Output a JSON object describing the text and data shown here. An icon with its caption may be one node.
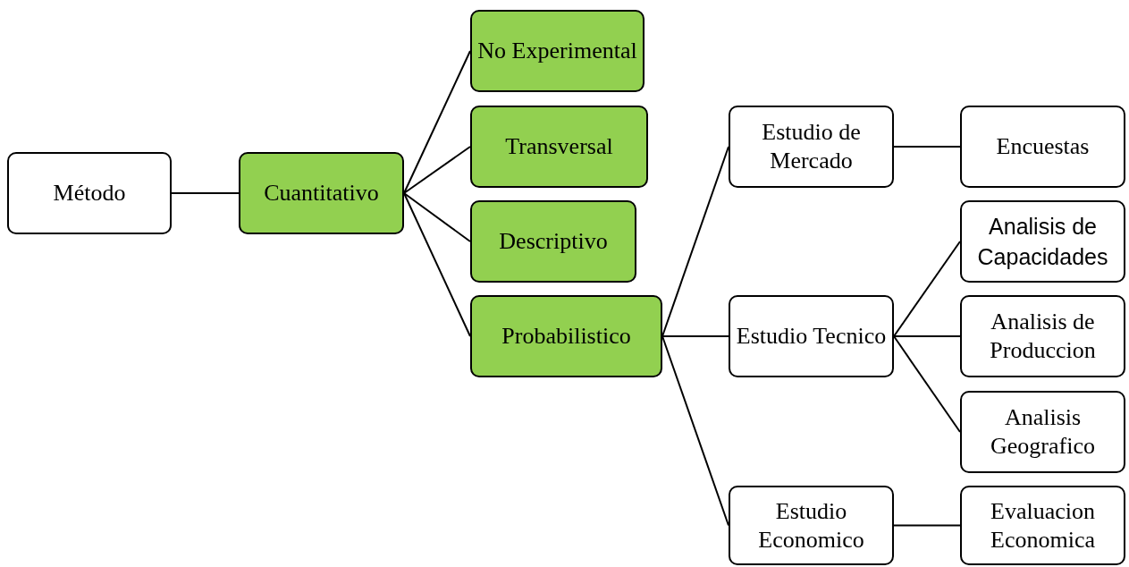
{
  "diagram": {
    "nodes": [
      {
        "text": [
          "Método"
        ]
      },
      {
        "text": [
          "Cuantitativo"
        ]
      },
      {
        "text": [
          "No Experimental"
        ]
      },
      {
        "text": [
          "Transversal"
        ]
      },
      {
        "text": [
          "Descriptivo"
        ]
      },
      {
        "text": [
          "Probabilistico"
        ]
      },
      {
        "text": [
          "Estudio de Mercado"
        ]
      },
      {
        "text": [
          "Encuestas"
        ]
      },
      {
        "text": [
          "Estudio Tecnico"
        ]
      },
      {
        "text": [
          "Analisis de Capacidades"
        ]
      },
      {
        "text": [
          "Analisis de Produccion"
        ]
      },
      {
        "text": [
          "Analisis Geografico"
        ]
      },
      {
        "text": [
          "Estudio Economico"
        ]
      },
      {
        "text": [
          "Evaluacion Economica"
        ]
      }
    ],
    "edges": [
      {
        "from": 0,
        "to": 1,
        "arrow": "none"
      },
      {
        "from": 1,
        "to": 2,
        "arrow": "none"
      },
      {
        "from": 1,
        "to": 3,
        "arrow": "none"
      },
      {
        "from": 1,
        "to": 4,
        "arrow": "none"
      },
      {
        "from": 1,
        "to": 5,
        "arrow": "none"
      },
      {
        "from": 5,
        "to": 6,
        "arrow": "none"
      },
      {
        "from": 5,
        "to": 8,
        "arrow": "none"
      },
      {
        "from": 5,
        "to": 12,
        "arrow": "none"
      },
      {
        "from": 6,
        "to": 7,
        "arrow": "none"
      },
      {
        "from": 8,
        "to": 9,
        "arrow": "none"
      },
      {
        "from": 8,
        "to": 10,
        "arrow": "none"
      },
      {
        "from": 8,
        "to": 11,
        "arrow": "none"
      },
      {
        "from": 12,
        "to": 13,
        "arrow": "none"
      }
    ]
  }
}
